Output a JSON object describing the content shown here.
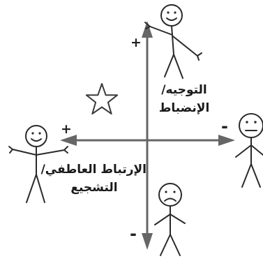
{
  "colors": {
    "axis": "#666666",
    "figure_stroke": "#2a2a2a",
    "background": "#ffffff"
  },
  "axes": {
    "vertical": {
      "label_line1": "التوجيه/",
      "label_line2": "الإنضباط",
      "plus": "+",
      "minus": "-"
    },
    "horizontal": {
      "label_line1": "الإرتباط العاطفي/",
      "label_line2": "التشجيع",
      "plus": "+",
      "minus": "-"
    }
  },
  "figures": {
    "top": "happy-stick-figure-icon",
    "left": "happy-stick-figure-icon",
    "right": "neutral-stick-figure-icon",
    "bottom": "sad-stick-figure-icon"
  },
  "marker": "star-icon"
}
